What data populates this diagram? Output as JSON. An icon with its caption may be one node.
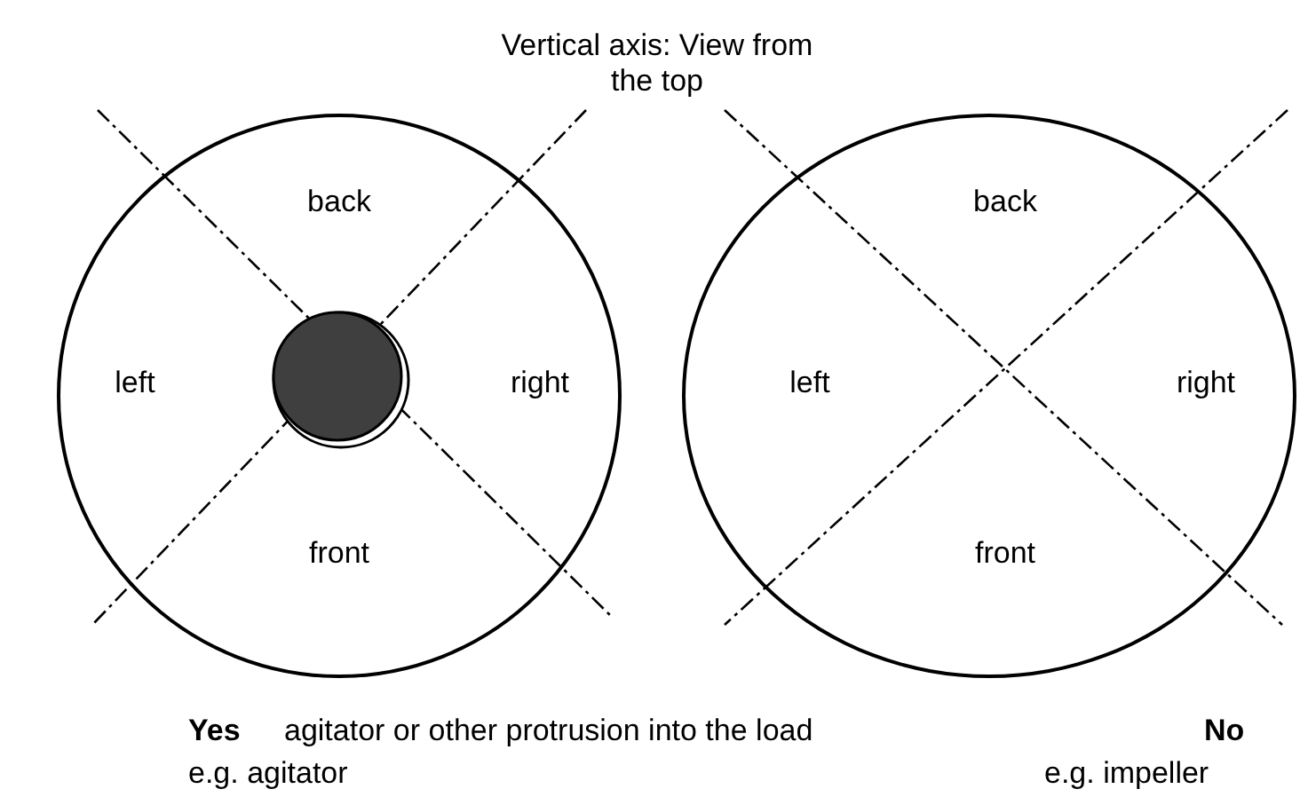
{
  "diagram": {
    "title": "Vertical axis: View from the top",
    "nodes": [
      {
        "text": [
          "back",
          "left",
          "right",
          "front"
        ]
      },
      {
        "text": [
          "back",
          "left",
          "right",
          "front"
        ]
      }
    ],
    "labels": [
      "Yes",
      "agitator or other protrusion into the load",
      "No",
      "e.g. agitator",
      "e.g. impeller"
    ]
  }
}
